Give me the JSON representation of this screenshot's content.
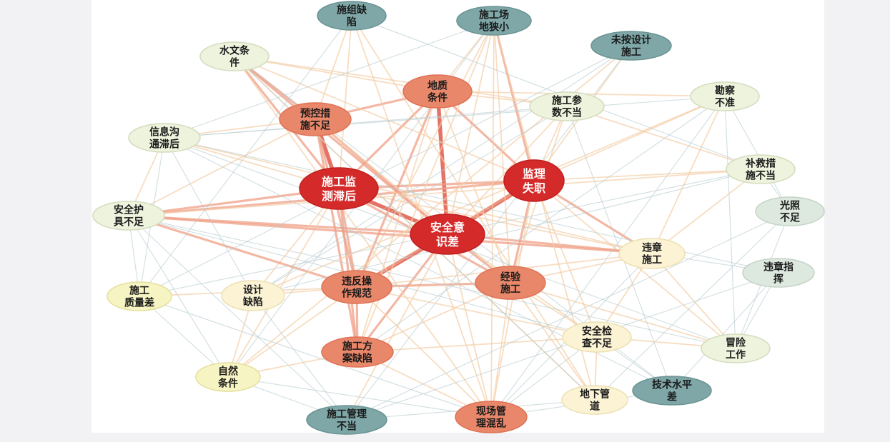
{
  "nodes": [
    {
      "id": "n01",
      "lines": [
        "施组缺",
        "陷"
      ],
      "tier": "teal"
    },
    {
      "id": "n02",
      "lines": [
        "施工场",
        "地狭小"
      ],
      "tier": "teal"
    },
    {
      "id": "n03",
      "lines": [
        "未按设计",
        "施工"
      ],
      "tier": "teal"
    },
    {
      "id": "n04",
      "lines": [
        "水文条",
        "件"
      ],
      "tier": "pale"
    },
    {
      "id": "n05",
      "lines": [
        "地质",
        "条件"
      ],
      "tier": "orange"
    },
    {
      "id": "n06",
      "lines": [
        "预控措",
        "施不足"
      ],
      "tier": "orange"
    },
    {
      "id": "n07",
      "lines": [
        "施工参",
        "数不当"
      ],
      "tier": "pale"
    },
    {
      "id": "n08",
      "lines": [
        "勘察",
        "不准"
      ],
      "tier": "pale"
    },
    {
      "id": "n09",
      "lines": [
        "信息沟",
        "通滞后"
      ],
      "tier": "pale"
    },
    {
      "id": "n10",
      "lines": [
        "施工监",
        "测滞后"
      ],
      "tier": "red"
    },
    {
      "id": "n11",
      "lines": [
        "监理",
        "失职"
      ],
      "tier": "red"
    },
    {
      "id": "n12",
      "lines": [
        "补救措",
        "施不当"
      ],
      "tier": "pale"
    },
    {
      "id": "n13",
      "lines": [
        "光照",
        "不足"
      ],
      "tier": "gray"
    },
    {
      "id": "n14",
      "lines": [
        "安全护",
        "具不足"
      ],
      "tier": "pale"
    },
    {
      "id": "n15",
      "lines": [
        "安全意",
        "识差"
      ],
      "tier": "red"
    },
    {
      "id": "n16",
      "lines": [
        "违章",
        "施工"
      ],
      "tier": "cream"
    },
    {
      "id": "n17",
      "lines": [
        "违章指",
        "挥"
      ],
      "tier": "gray"
    },
    {
      "id": "n18",
      "lines": [
        "施工",
        "质量差"
      ],
      "tier": "yellow"
    },
    {
      "id": "n19",
      "lines": [
        "设计",
        "缺陷"
      ],
      "tier": "cream"
    },
    {
      "id": "n20",
      "lines": [
        "违反操",
        "作规范"
      ],
      "tier": "orange"
    },
    {
      "id": "n21",
      "lines": [
        "经验",
        "施工"
      ],
      "tier": "orange"
    },
    {
      "id": "n22",
      "lines": [
        "施工方",
        "案缺陷"
      ],
      "tier": "orange"
    },
    {
      "id": "n23",
      "lines": [
        "安全检",
        "查不足"
      ],
      "tier": "cream"
    },
    {
      "id": "n24",
      "lines": [
        "冒险",
        "工作"
      ],
      "tier": "pale"
    },
    {
      "id": "n25",
      "lines": [
        "自然",
        "条件"
      ],
      "tier": "yellow"
    },
    {
      "id": "n26",
      "lines": [
        "技术水平",
        "差"
      ],
      "tier": "teal"
    },
    {
      "id": "n27",
      "lines": [
        "地下管",
        "道"
      ],
      "tier": "cream"
    },
    {
      "id": "n28",
      "lines": [
        "施工管理",
        "不当"
      ],
      "tier": "teal"
    },
    {
      "id": "n29",
      "lines": [
        "现场管",
        "理混乱"
      ],
      "tier": "orange"
    }
  ],
  "colors": {
    "red": "#d42a2a",
    "orange": "#e9876a",
    "pale": "#eef3dd",
    "cream": "#fbf3d4",
    "yellow": "#f6f4c2",
    "teal": "#7fa7a8",
    "gray": "#dde8df",
    "edge_strong": "#e05a4a",
    "edge_mid": "#ef9f85",
    "edge_light": "#f3cfa8",
    "edge_faint": "#b9ccd0"
  }
}
